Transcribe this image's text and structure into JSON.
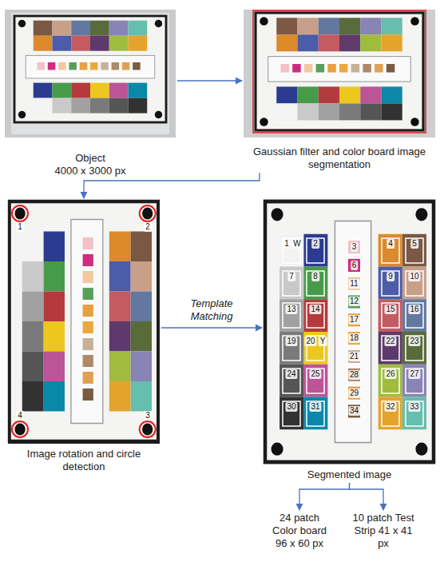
{
  "diagram": {
    "nodes": [
      {
        "text": [
          "Object",
          "4000 x 3000 px"
        ]
      },
      {
        "text": [
          "Gaussian filter and color board image segmentation"
        ]
      },
      {
        "text": [
          "Image rotation and circle detection"
        ]
      },
      {
        "text": [
          "Segmented image"
        ]
      },
      {
        "text": [
          "24 patch Color board 96 x 60 px"
        ]
      },
      {
        "text": [
          "10 patch Test Strip 41 x 41 px"
        ]
      }
    ],
    "edges": [
      {
        "from": 0,
        "to": 1,
        "arrow": "to"
      },
      {
        "from": 1,
        "to": 2,
        "arrow": "to"
      },
      {
        "from": 2,
        "to": 3,
        "arrow": "to",
        "label": "Template Matching"
      },
      {
        "from": 3,
        "to": 4,
        "arrow": "to"
      },
      {
        "from": 3,
        "to": 5,
        "arrow": "to"
      }
    ],
    "labels": [
      "1",
      "2",
      "4",
      "3",
      "1",
      "W",
      "2",
      "3",
      "4",
      "5",
      "6",
      "7",
      "8",
      "11",
      "9",
      "10",
      "12",
      "13",
      "14",
      "15",
      "16",
      "17",
      "19",
      "20",
      "Y",
      "18",
      "22",
      "23",
      "21",
      "24",
      "25",
      "28",
      "26",
      "27",
      "29",
      "30",
      "31",
      "34",
      "32",
      "33"
    ]
  }
}
